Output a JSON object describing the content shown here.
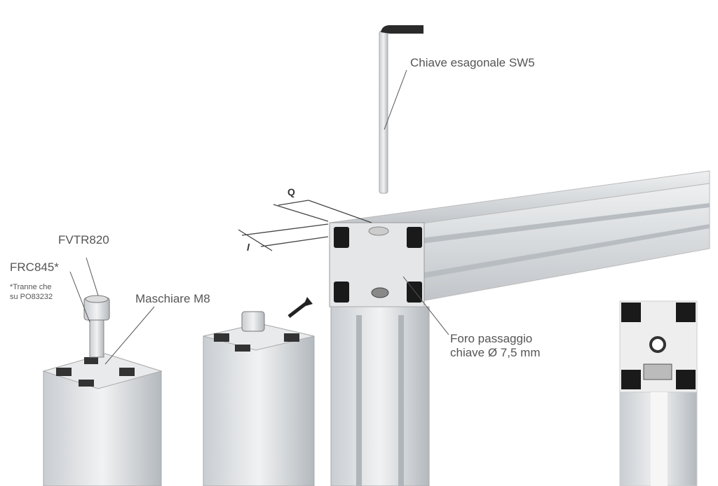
{
  "labels": {
    "hex_key": "Chiave esagonale SW5",
    "fvtr": "FVTR820",
    "frc": "FRC845*",
    "footnote_line1": "*Tranne che",
    "footnote_line2": "su PO83232",
    "tap": "Maschiare M8",
    "hole_line1": "Foro passaggio",
    "hole_line2": "chiave Ø 7,5 mm",
    "dim_q": "Q",
    "dim_l": "l"
  },
  "colors": {
    "aluminium": "#d9dcdf",
    "shadow": "#9aa0a6",
    "slot": "#1a1a1a",
    "leader": "#555555"
  }
}
